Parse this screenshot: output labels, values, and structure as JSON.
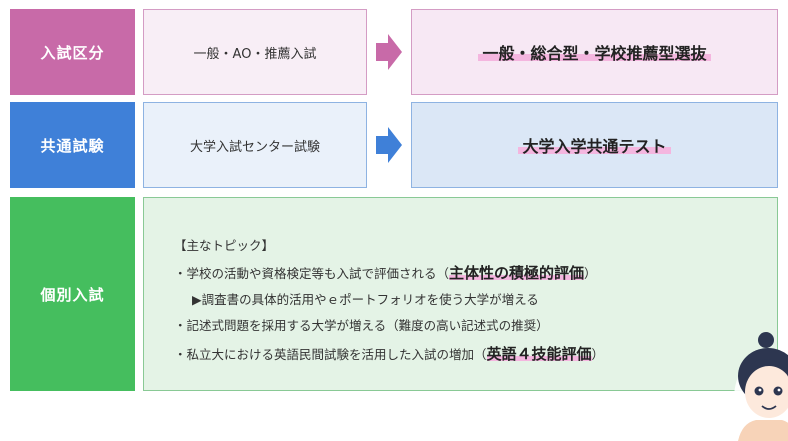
{
  "rows": [
    {
      "label": "入試区分",
      "old": "一般・AO・推薦入試",
      "new": "一般・総合型・学校推薦型選抜"
    },
    {
      "label": "共通試験",
      "old": "大学入試センター試験",
      "new": "大学入学共通テスト"
    },
    {
      "label": "個別入試"
    }
  ],
  "detail": {
    "title": "【主なトピック】",
    "bullet1_text": "・学校の活動や資格検定等も入試で評価される（",
    "bullet1_em": "主体性の積極的評価",
    "bullet1_close": "）",
    "bullet1_sub": "▶調査書の具体的活用やｅポートフォリオを使う大学が増える",
    "bullet2": "・記述式問題を採用する大学が増える（難度の高い記述式の推奨）",
    "bullet3_text": "・私立大における英語民間試験を活用した入試の増加（",
    "bullet3_em": "英語４技能評価",
    "bullet3_close": "）"
  },
  "colors": {
    "row1_accent": "#c86aa8",
    "row2_accent": "#3f80d8",
    "row3_accent": "#45be5e",
    "highlight": "#f4b6df"
  }
}
